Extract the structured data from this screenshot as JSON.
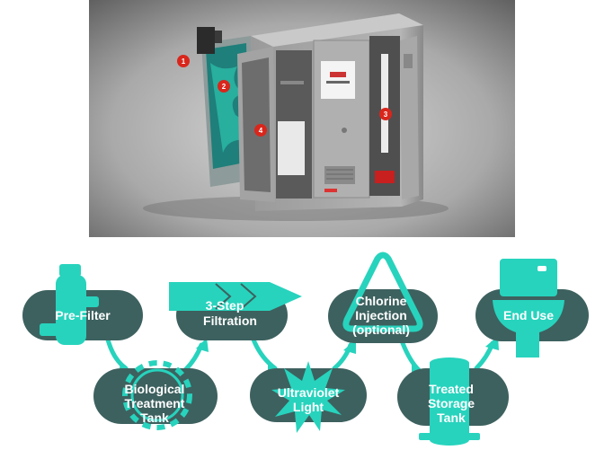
{
  "photo": {
    "brand_text": "",
    "markers": [
      "1",
      "2",
      "3",
      "4"
    ]
  },
  "steps": {
    "prefilter": "Pre-Filter",
    "biological": [
      "Biological",
      "Treatment",
      "Tank"
    ],
    "filtration": [
      "3-Step",
      "Filtration"
    ],
    "uv": [
      "Ultraviolet",
      "Light"
    ],
    "chlorine": [
      "Chlorine",
      "Injection",
      "(optional)"
    ],
    "storage": [
      "Treated",
      "Storage",
      "Tank"
    ],
    "enduse": "End Use"
  },
  "colors": {
    "pill": "#3d615f",
    "teal": "#27d3bd",
    "marker": "#d9261c",
    "label": "#ffffff"
  }
}
